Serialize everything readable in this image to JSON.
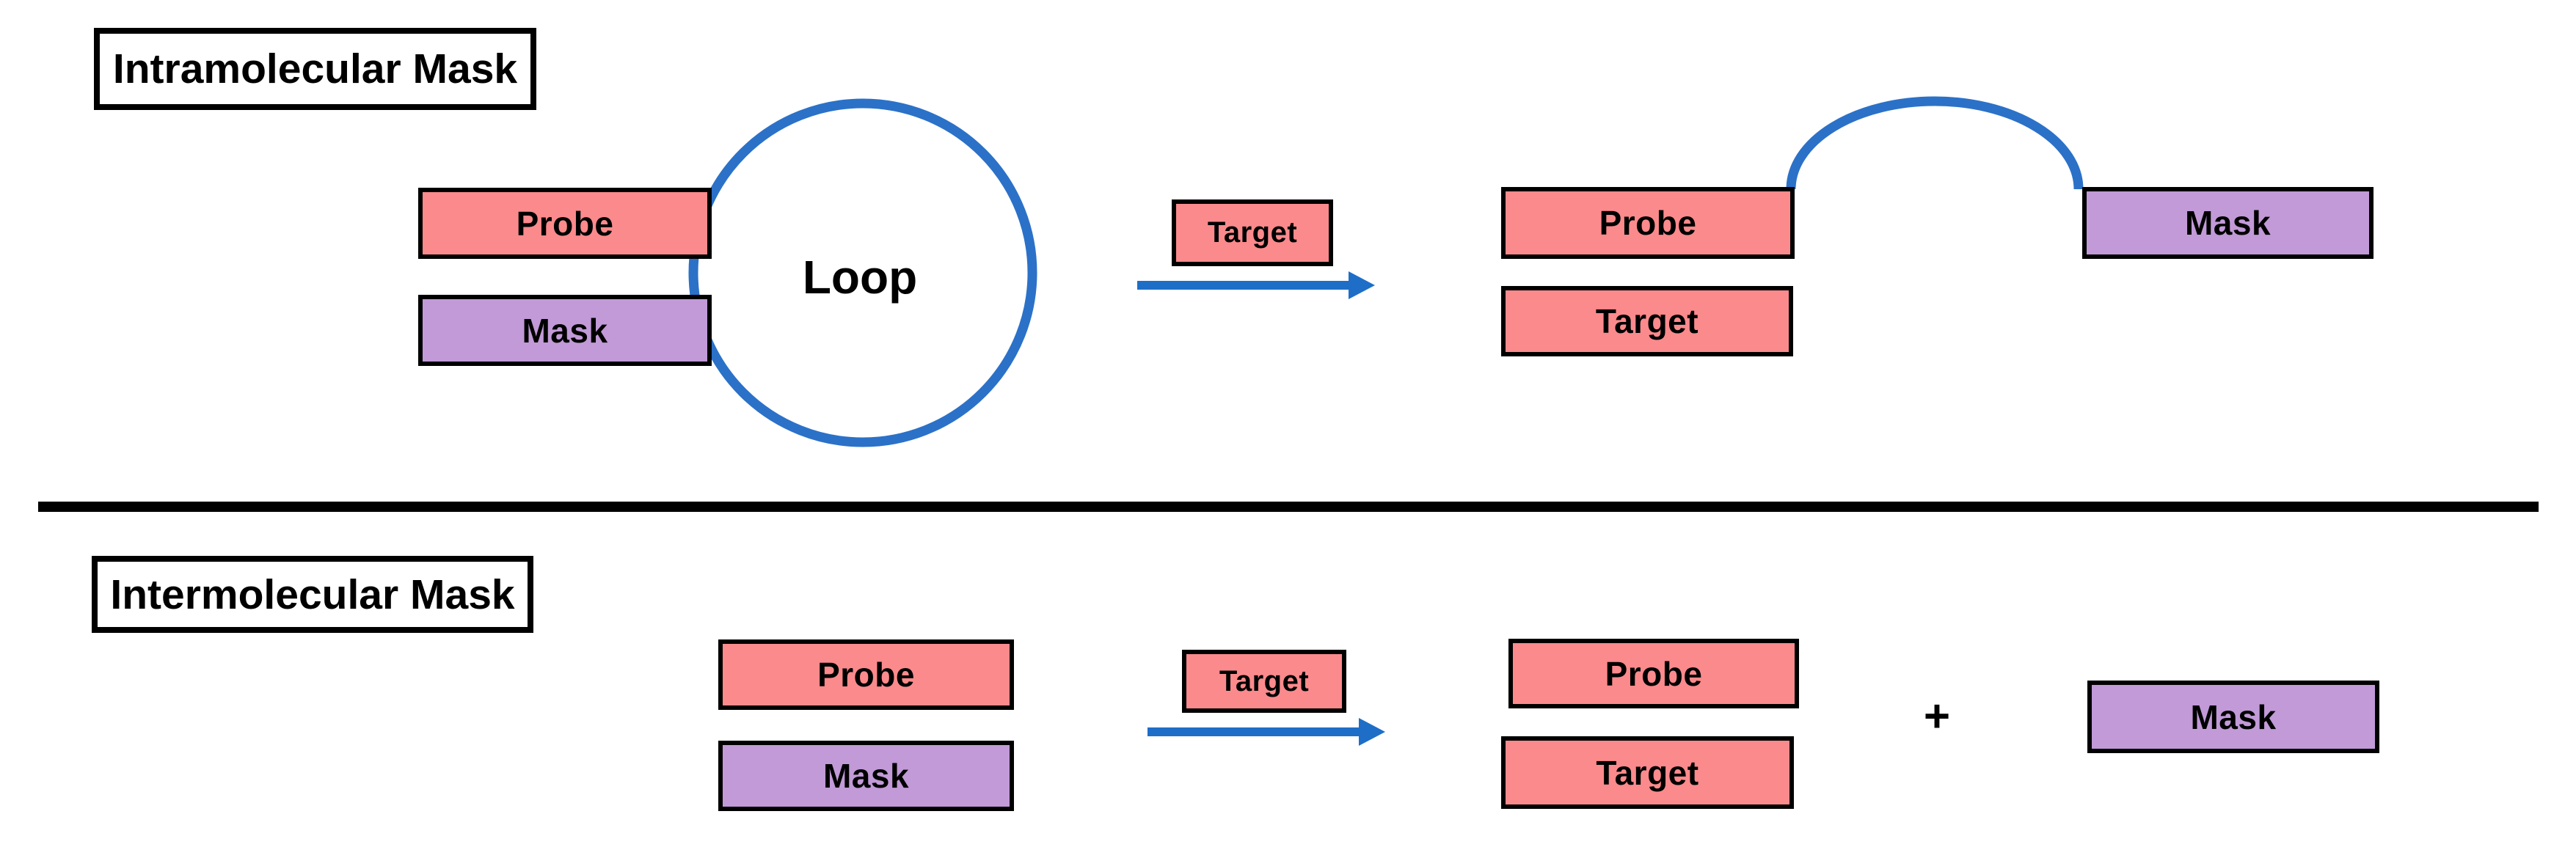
{
  "intramolecular": {
    "title": "Intramolecular Mask",
    "probe_label": "Probe",
    "mask_label": "Mask",
    "loop_label": "Loop",
    "target_label": "Target",
    "product_probe_label": "Probe",
    "product_target_label": "Target",
    "product_mask_label": "Mask"
  },
  "intermolecular": {
    "title": "Intermolecular Mask",
    "probe_label": "Probe",
    "mask_label": "Mask",
    "target_label": "Target",
    "product_probe_label": "Probe",
    "product_target_label": "Target",
    "plus_sign": "+",
    "product_mask_label": "Mask"
  },
  "colors": {
    "probe_fill": "#FB8A8C",
    "mask_fill": "#C19AD7",
    "loop_stroke": "#2B71C8",
    "arrow_color": "#1E6EC8",
    "divider_color": "#000000",
    "border_color": "#000000",
    "background": "#FFFFFF"
  }
}
